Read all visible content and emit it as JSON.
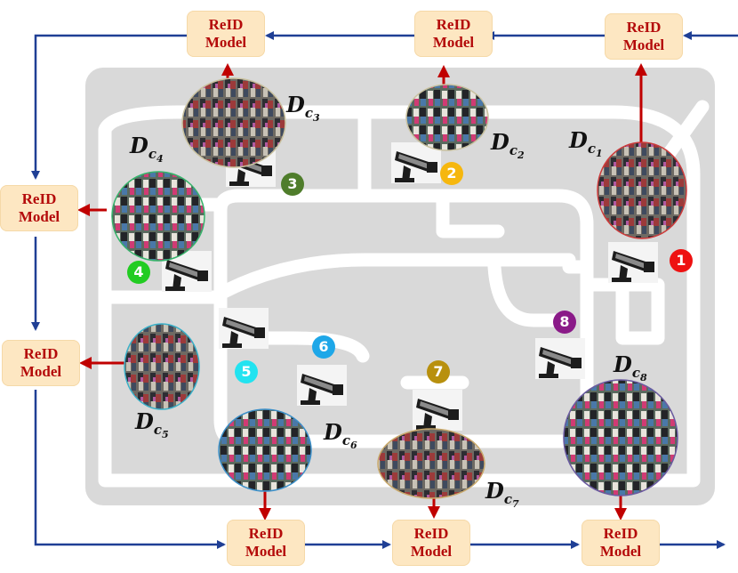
{
  "reid_label_line1": "ReID",
  "reid_label_line2": "Model",
  "dataset_symbol": "D",
  "dataset_sub": "c",
  "cameras": [
    {
      "id": "1",
      "number": "1",
      "color": "#ee1111"
    },
    {
      "id": "2",
      "number": "2",
      "color": "#f6b70e"
    },
    {
      "id": "3",
      "number": "3",
      "color": "#4f7d2b"
    },
    {
      "id": "4",
      "number": "4",
      "color": "#22cc22"
    },
    {
      "id": "5",
      "number": "5",
      "color": "#22e3f0"
    },
    {
      "id": "6",
      "number": "6",
      "color": "#1ea7e8"
    },
    {
      "id": "7",
      "number": "7",
      "color": "#b8900e"
    },
    {
      "id": "8",
      "number": "8",
      "color": "#8a1a88"
    }
  ],
  "colors": {
    "road_bg": "#d9d9d9",
    "road": "#ffffff",
    "reid_box": "#fde7c2",
    "reid_text": "#b40a0a",
    "flow_arrow": "#1f3f95",
    "data_arrow": "#c00000"
  }
}
